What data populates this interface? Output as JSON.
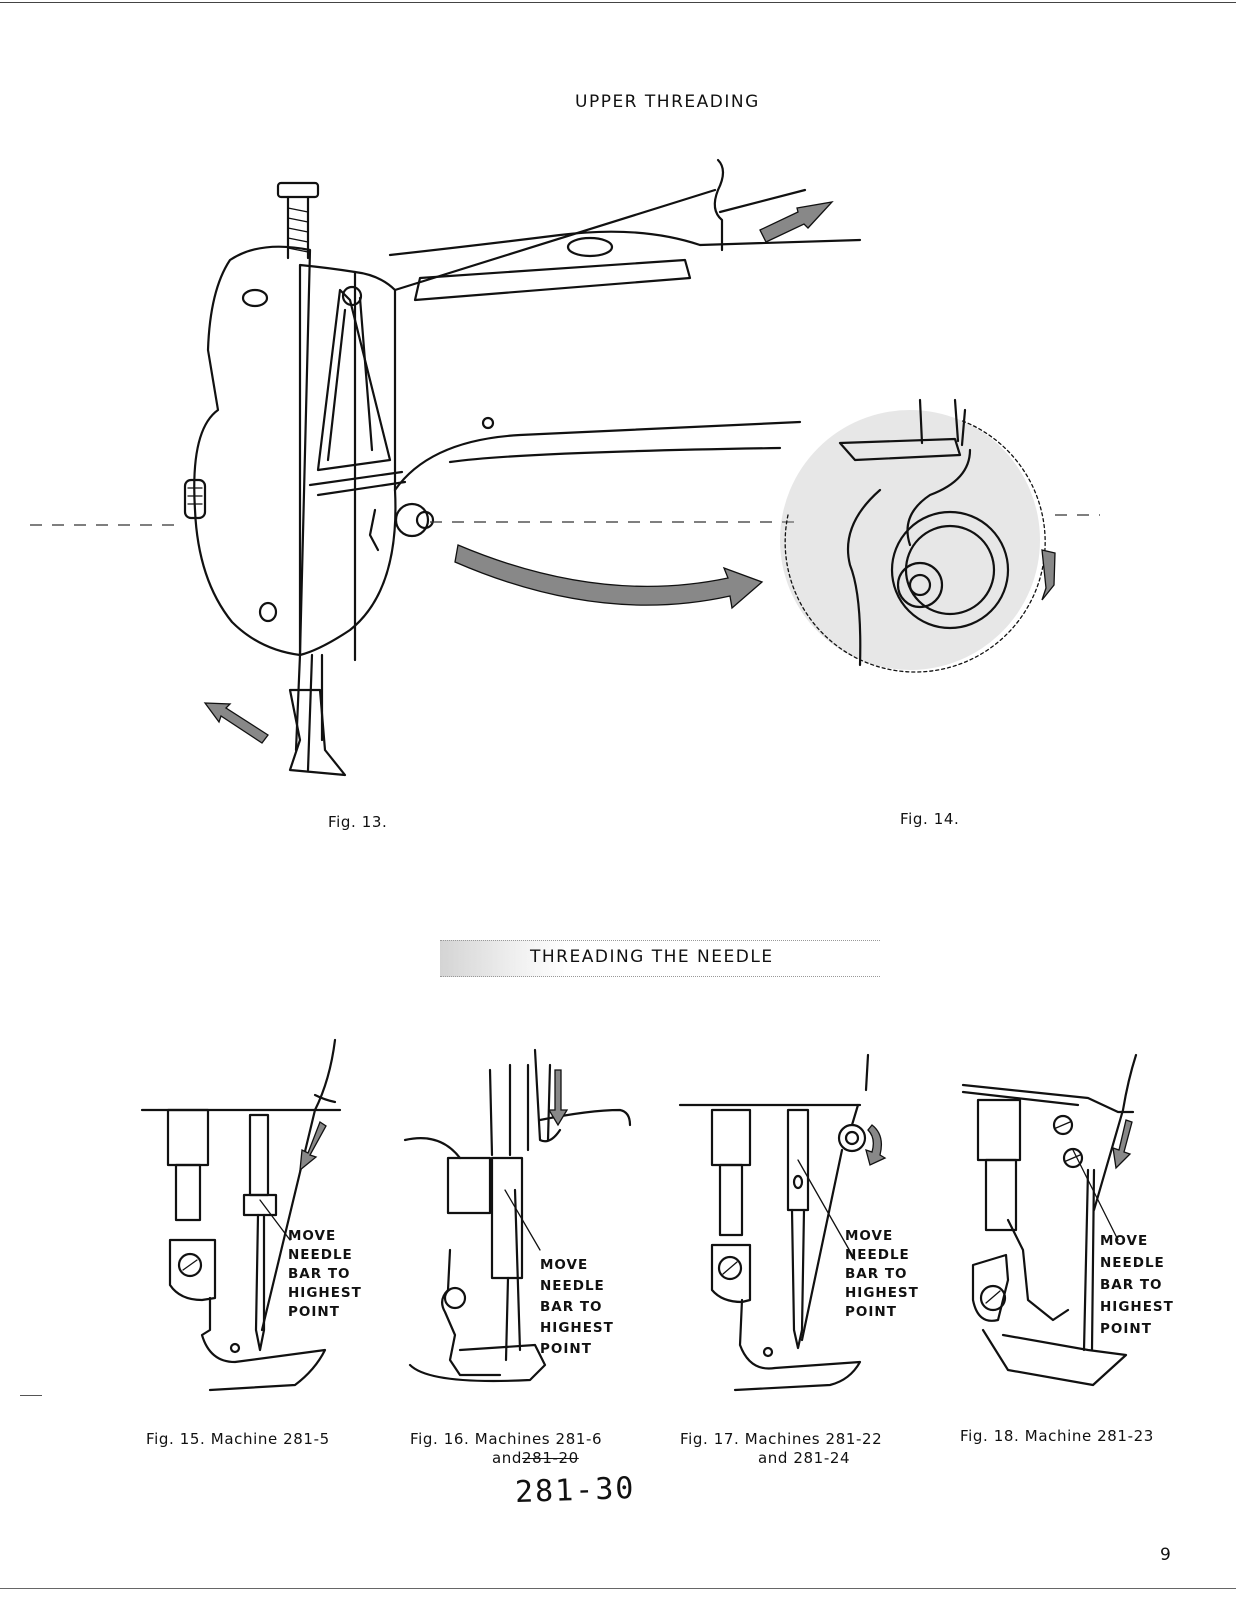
{
  "sections": {
    "upper_threading": {
      "title": "UPPER THREADING",
      "fig13_caption": "Fig. 13.",
      "fig14_caption": "Fig. 14."
    },
    "threading_needle": {
      "title": "THREADING THE NEEDLE",
      "figures": [
        {
          "callout": [
            "MOVE",
            "NEEDLE",
            "BAR TO",
            "HIGHEST",
            "POINT"
          ],
          "caption_line1": "Fig. 15. Machine 281-5"
        },
        {
          "callout": [
            "MOVE",
            "NEEDLE",
            "BAR TO",
            "HIGHEST",
            "POINT"
          ],
          "caption_line1": "Fig. 16. Machines 281-6",
          "caption_and": "and",
          "caption_struck": "281-20",
          "handwritten": "281-30"
        },
        {
          "callout": [
            "MOVE",
            "NEEDLE",
            "BAR TO",
            "HIGHEST",
            "POINT"
          ],
          "caption_line1": "Fig. 17. Machines 281-22",
          "caption_line2": "and 281-24"
        },
        {
          "callout": [
            "MOVE",
            "NEEDLE",
            "BAR TO",
            "HIGHEST",
            "POINT"
          ],
          "caption_line1": "Fig. 18. Machine 281-23"
        }
      ]
    }
  },
  "page_number": "9"
}
